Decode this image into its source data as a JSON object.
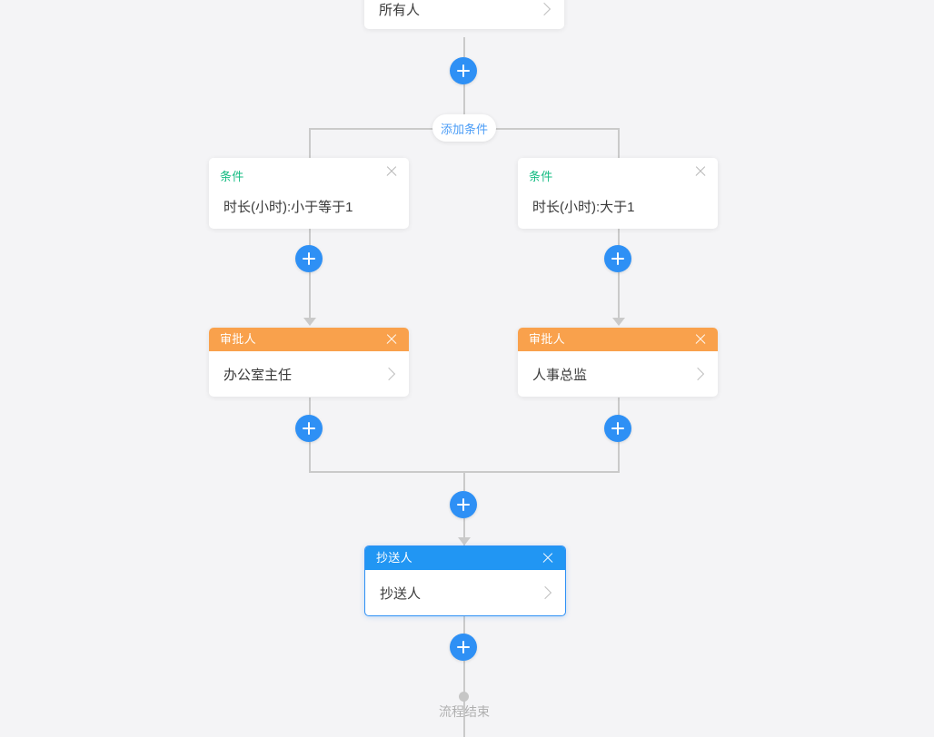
{
  "theme": {
    "background": "#f4f4f6",
    "line_color": "#cacaca",
    "accent_blue": "#2e90f5",
    "header_orange": "#f9a14c",
    "header_blue": "#2196f3",
    "condition_green": "#15bc83",
    "end_gray": "#b0b0b0"
  },
  "nodes": {
    "initiator": {
      "body_text": "所有人",
      "chevron": "chevron-right-icon"
    },
    "add_condition_button": {
      "label": "添加条件"
    },
    "condition_left": {
      "title": "条件",
      "body_text": "时长(小时):小于等于1",
      "close": "close-icon"
    },
    "condition_right": {
      "title": "条件",
      "body_text": "时长(小时):大于1",
      "close": "close-icon"
    },
    "approver_left": {
      "title": "审批人",
      "body_text": "办公室主任",
      "close": "close-icon",
      "chevron": "chevron-right-icon"
    },
    "approver_right": {
      "title": "审批人",
      "body_text": "人事总监",
      "close": "close-icon",
      "chevron": "chevron-right-icon"
    },
    "cc": {
      "title": "抄送人",
      "body_text": "抄送人",
      "close": "close-icon",
      "chevron": "chevron-right-icon",
      "selected": true
    },
    "end": {
      "label": "流程结束"
    }
  },
  "add_buttons": [
    {
      "name": "add-node-after-initiator",
      "label": "+"
    },
    {
      "name": "add-node-left-branch-before-approver",
      "label": "+"
    },
    {
      "name": "add-node-right-branch-before-approver",
      "label": "+"
    },
    {
      "name": "add-node-left-branch-after-approver",
      "label": "+"
    },
    {
      "name": "add-node-right-branch-after-approver",
      "label": "+"
    },
    {
      "name": "add-node-after-merge",
      "label": "+"
    },
    {
      "name": "add-node-after-cc",
      "label": "+"
    }
  ]
}
